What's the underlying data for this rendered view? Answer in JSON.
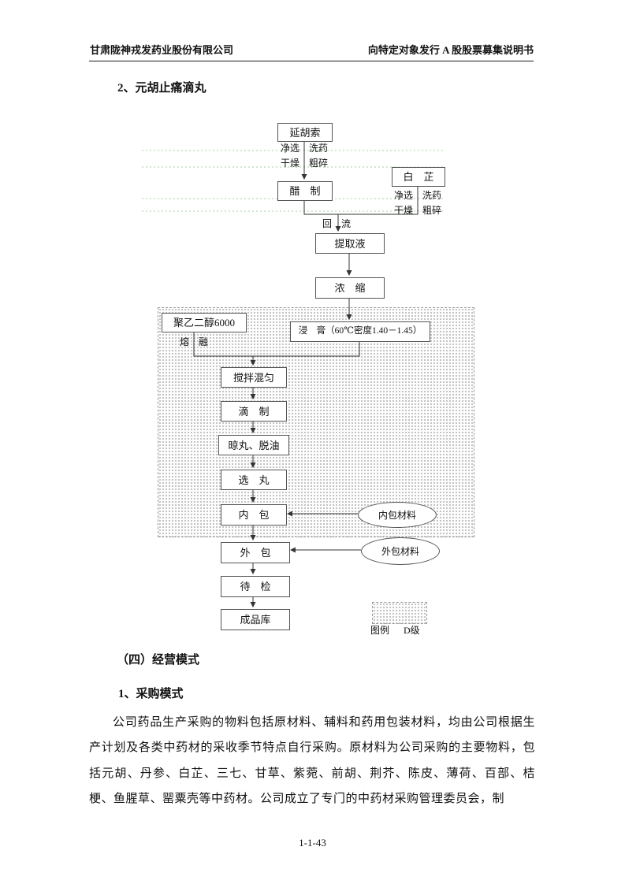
{
  "header": {
    "company_name": "甘肃陇神戎发药业股份有限公司",
    "document_title": "向特定对象发行 A 股股票募集说明书"
  },
  "headings": {
    "product": "2、元胡止痛滴丸",
    "business_mode": "（四）经营模式",
    "procurement_mode": "1、采购模式"
  },
  "flowchart": {
    "nodes": {
      "yanhusuo": "延胡索",
      "cu_zhi": "醋　制",
      "bai_zhi": "白　芷",
      "tiquye": "提取液",
      "nong_suo": "浓　缩",
      "peg6000": "聚乙二醇6000",
      "jin_gao": "浸　膏（60℃密度1.40－1.45）",
      "jiaoban_hunyun": "搅拌混匀",
      "di_zhi": "滴　制",
      "liangwan_tuoyou": "晾丸、脱油",
      "xuan_wan": "选　丸",
      "nei_bao": "内　包",
      "wai_bao": "外　包",
      "dai_jian": "待　检",
      "chengpinku": "成品库"
    },
    "labels": {
      "jingxuan_1": "净选",
      "xiyao_1": "洗药",
      "ganzao_1": "干燥",
      "cusui_1": "粗碎",
      "jingxuan_2": "净选",
      "xiyao_2": "洗药",
      "ganzao_2": "干燥",
      "cusui_2": "粗碎",
      "hui_liu": "回　流",
      "rong_rong": "熔　融"
    },
    "materials": {
      "neibao_cailiao": "内包材料",
      "waibao_cailiao": "外包材料"
    },
    "legend": {
      "caption": "图例",
      "grade": "D级"
    }
  },
  "body": {
    "paragraph": "公司药品生产采购的物料包括原材料、辅料和药用包装材料，均由公司根据生产计划及各类中药材的采收季节特点自行采购。原材料为公司采购的主要物料，包括元胡、丹参、白芷、三七、甘草、紫菀、前胡、荆芥、陈皮、薄荷、百部、桔梗、鱼腥草、罂粟壳等中药材。公司成立了专门的中药材采购管理委员会，制"
  },
  "footer": {
    "page_number": "1-1-43"
  }
}
